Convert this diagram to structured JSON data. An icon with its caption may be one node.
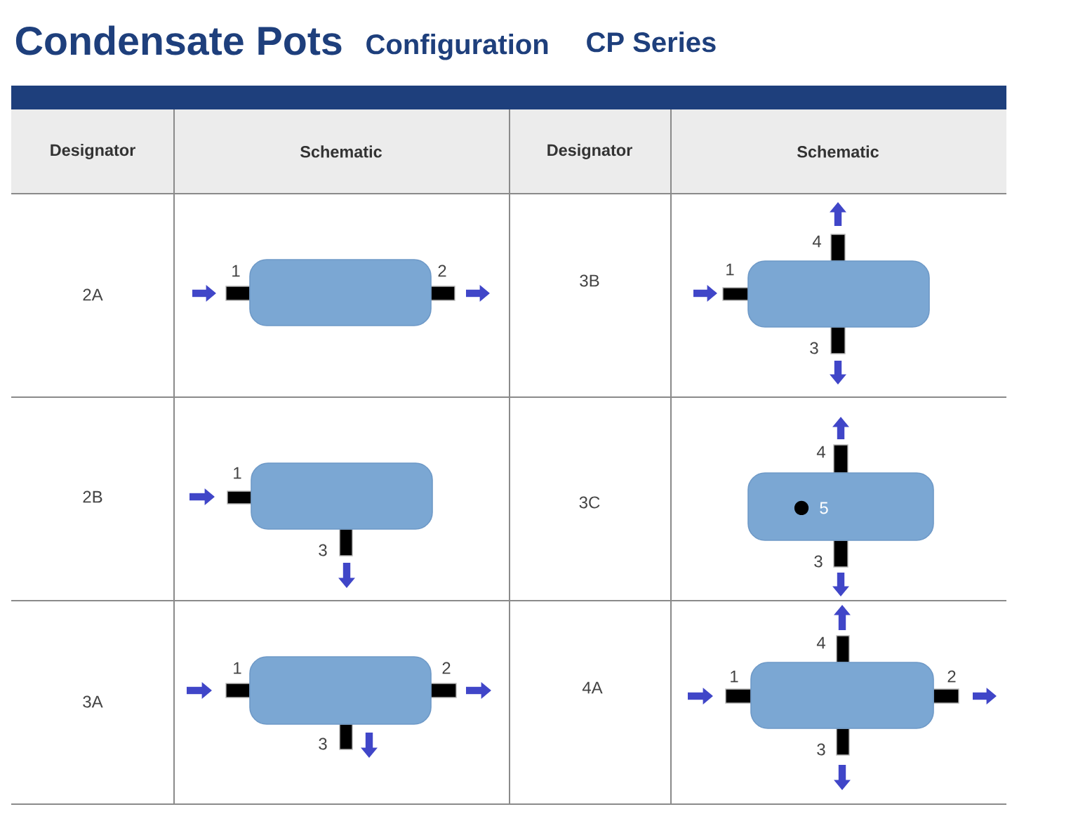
{
  "diagram": {
    "title": "Condensate Pots",
    "nodes": [
      {
        "text": [],
        "shape": "box",
        "beside": [
          "1",
          "2"
        ]
      },
      {
        "text": [],
        "shape": "box",
        "beside": [
          "4",
          "1",
          "3"
        ]
      },
      {
        "text": [],
        "shape": "box",
        "beside": [
          "1",
          "3"
        ]
      },
      {
        "text": [
          "5"
        ],
        "beside": [
          "4",
          "3"
        ]
      },
      {
        "text": [],
        "shape": "box",
        "beside": [
          "1",
          "2",
          "3"
        ]
      },
      {
        "text": [],
        "shape": "box",
        "beside": [
          "4",
          "1",
          "2",
          "3"
        ]
      }
    ],
    "labels": [
      "Configuration",
      "CP Series",
      "Designator",
      "Schematic",
      "Designator",
      "Schematic",
      "2A",
      "3B",
      "2B",
      "3C",
      "3A",
      "4A"
    ]
  }
}
